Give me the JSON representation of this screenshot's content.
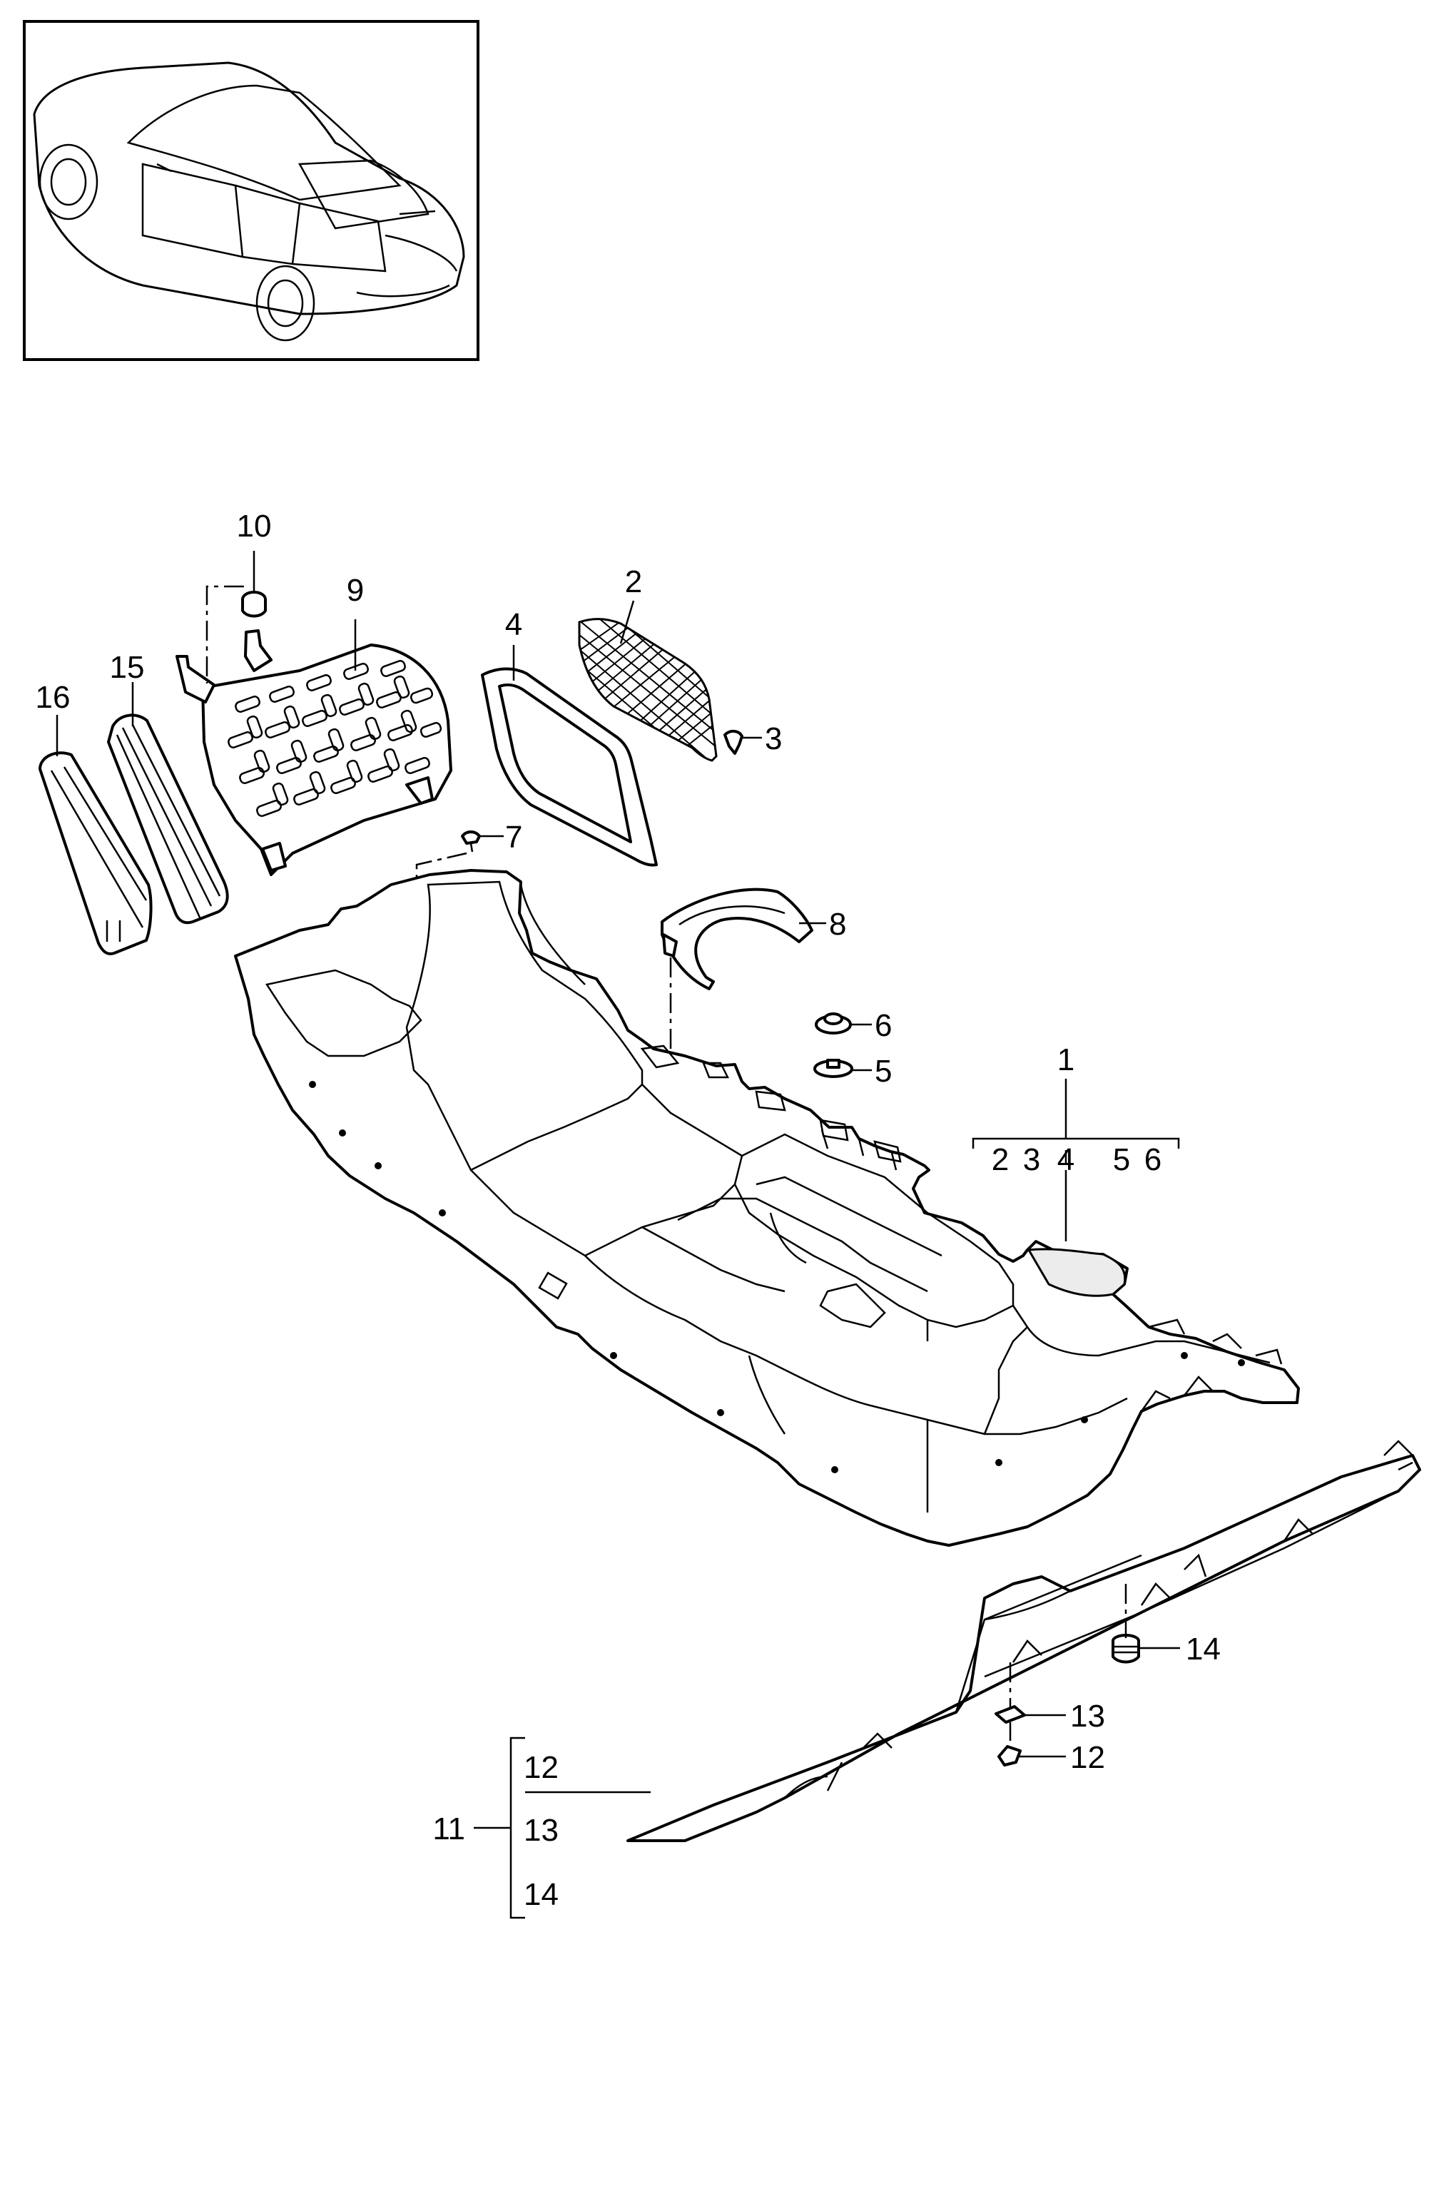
{
  "callouts": {
    "c1": "1",
    "c2": "2",
    "c3": "3",
    "c4": "4",
    "c5": "5",
    "c6": "6",
    "c7": "7",
    "c8": "8",
    "c9": "9",
    "c10": "10",
    "c11": "11",
    "c12": "12",
    "c13": "13",
    "c14": "14",
    "c15": "15",
    "c16": "16"
  },
  "group_1": [
    "2",
    "3",
    "4",
    "5",
    "6"
  ],
  "group_11": [
    "12",
    "13",
    "14"
  ]
}
